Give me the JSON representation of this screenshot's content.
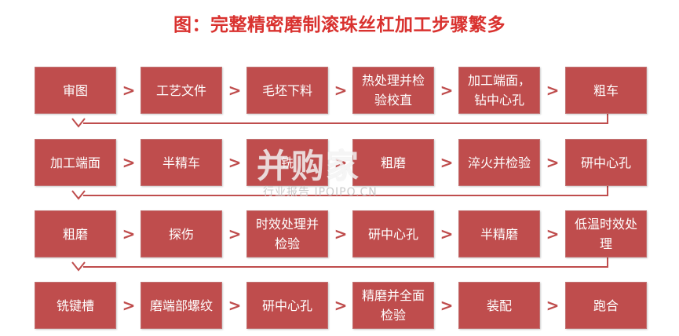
{
  "title": "图：完整精密磨制滚珠丝杠加工步骤繁多",
  "rows": [
    [
      "审图",
      "工艺文件",
      "毛坯下料",
      "热处理并检验校直",
      "加工端面，钻中心孔",
      "粗车"
    ],
    [
      "加工端面",
      "半精车",
      "铣",
      "粗磨",
      "淬火并检验",
      "研中心孔"
    ],
    [
      "粗磨",
      "探伤",
      "时效处理并检验",
      "研中心孔",
      "半精磨",
      "低温时效处理"
    ],
    [
      "铣键槽",
      "磨端部螺纹",
      "研中心孔",
      "精磨并全面检验",
      "装配",
      "跑合"
    ]
  ],
  "watermark": {
    "logo": "并购家",
    "sub": "行业报告 IPOIPO.CN"
  },
  "colors": {
    "box": "#bf4d4d",
    "title": "#d9322f",
    "connector": "#bf4d4d"
  }
}
